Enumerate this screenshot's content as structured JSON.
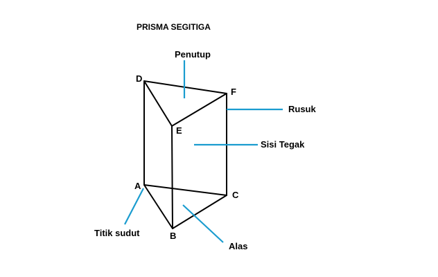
{
  "title": "PRISMA SEGITIGA",
  "vertices": {
    "A": "A",
    "B": "B",
    "C": "C",
    "D": "D",
    "E": "E",
    "F": "F"
  },
  "parts": {
    "penutup": "Penutup",
    "rusuk": "Rusuk",
    "sisi_tegak": "Sisi Tegak",
    "titik_sudut": "Titik sudut",
    "alas": "Alas"
  },
  "colors": {
    "edge": "#000000",
    "pointer": "#1a9ccf",
    "background": "#ffffff"
  }
}
